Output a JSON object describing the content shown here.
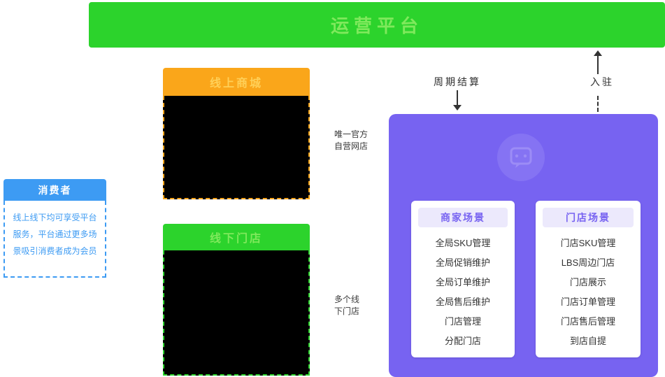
{
  "banner": {
    "title": "运营平台"
  },
  "consumer": {
    "title": "消费者",
    "description_lines": [
      "线上线下均可享受平台",
      "服务，平台通过更多场",
      "景吸引消费者成为会员"
    ]
  },
  "online_shop": {
    "title": "线上商城",
    "caption_lines": [
      "唯一官方",
      "自营网店"
    ]
  },
  "offline_shop": {
    "title": "线下门店",
    "caption_lines": [
      "多个线",
      "下门店"
    ]
  },
  "flows": {
    "settlement_label": "周期结算",
    "entry_label": "入驻"
  },
  "platform_panel": {
    "watermark_icon": "chat-bubble-icon",
    "cards": [
      {
        "title": "商家场景",
        "items": [
          "全局SKU管理",
          "全局促销维护",
          "全局订单维护",
          "全局售后维护",
          "门店管理",
          "分配门店"
        ]
      },
      {
        "title": "门店场景",
        "items": [
          "门店SKU管理",
          "LBS周边门店",
          "门店展示",
          "门店订单管理",
          "门店售后管理",
          "到店自提"
        ]
      }
    ]
  },
  "colors": {
    "green": "#2CD32C",
    "orange": "#FAA61A",
    "blue": "#3D9BF3",
    "purple": "#7763F1",
    "black_fill": "#000000"
  }
}
